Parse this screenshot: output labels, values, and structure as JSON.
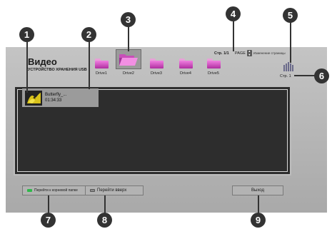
{
  "header": {
    "title": "Видео",
    "subtitle": "УСТРОЙСТВО ХРАНЕНИЯ USB"
  },
  "drives": [
    {
      "label": "Drive1",
      "selected": false
    },
    {
      "label": "Drive2",
      "selected": true
    },
    {
      "label": "Drive3",
      "selected": false
    },
    {
      "label": "Drive4",
      "selected": false
    },
    {
      "label": "Drive5",
      "selected": false
    }
  ],
  "pagination": {
    "page_info": "Стр. 1/1",
    "key_label": "PAGE",
    "key_hint": "Изменение страницы"
  },
  "side": {
    "label": "Стр. 1"
  },
  "files": [
    {
      "name": "Butterfly_...",
      "duration": "01:34:33"
    }
  ],
  "buttons": {
    "root": "Перейти к корневой папке",
    "up": "Перейти вверх",
    "exit": "Выход"
  },
  "callouts": [
    "1",
    "2",
    "3",
    "4",
    "5",
    "6",
    "7",
    "8",
    "9"
  ],
  "colors": {
    "folder": "#d050c0",
    "callout": "#333333",
    "root_button_icon": "#2fb84a"
  }
}
